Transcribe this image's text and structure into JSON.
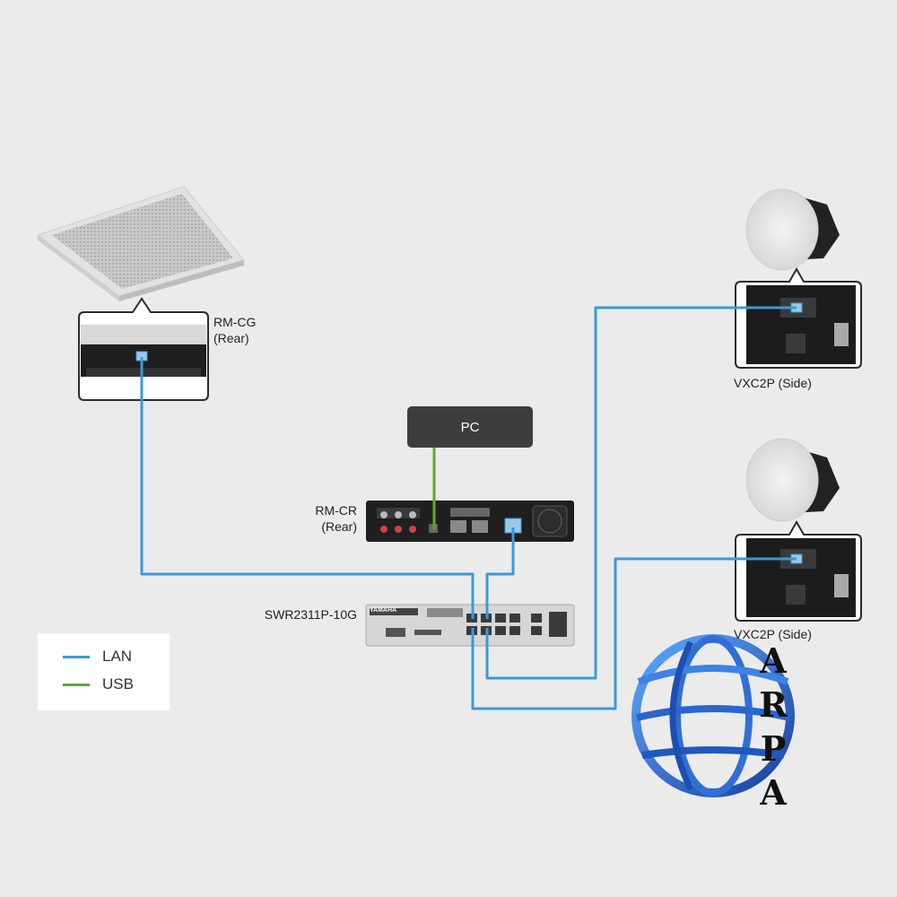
{
  "devices": {
    "ceiling_mic": {
      "label_line1": "RM-CG",
      "label_line2": "(Rear)"
    },
    "processor": {
      "label_line1": "RM-CR",
      "label_line2": "(Rear)"
    },
    "switch": {
      "label": "SWR2311P-10G",
      "brand": "YAMAHA"
    },
    "pc": {
      "label": "PC"
    },
    "speaker_top": {
      "label": "VXC2P (Side)"
    },
    "speaker_bottom": {
      "label": "VXC2P (Side)"
    }
  },
  "legend": {
    "items": [
      {
        "label": "LAN",
        "color": "#3a9ad9"
      },
      {
        "label": "USB",
        "color": "#5aab32"
      }
    ]
  },
  "watermark": {
    "text": "ARPA",
    "letters": [
      "A",
      "R",
      "P",
      "A"
    ]
  },
  "colors": {
    "lan": "#3a9ad9",
    "usb": "#5aab32",
    "device_dark": "#2b2b2b",
    "background": "#ebebeb"
  }
}
